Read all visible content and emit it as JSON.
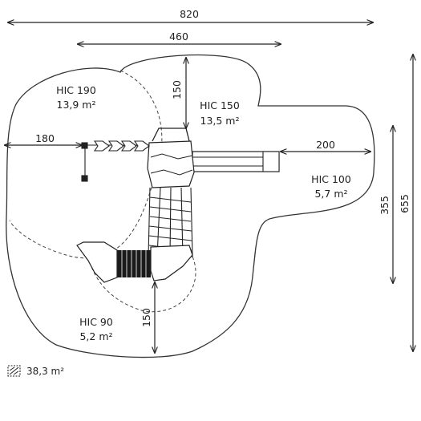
{
  "dimensions": {
    "total_width": "820",
    "top_width": "460",
    "left_extension": "180",
    "slide_extension": "200",
    "top_depth": "150",
    "bottom_depth": "150",
    "right_height": "355",
    "total_height": "655"
  },
  "zones": [
    {
      "name": "HIC 190",
      "area": "13,9 m²"
    },
    {
      "name": "HIC 150",
      "area": "13,5 m²"
    },
    {
      "name": "HIC 100",
      "area": "5,7 m²"
    },
    {
      "name": "HIC 90",
      "area": "5,2 m²"
    }
  ],
  "total_area": "38,3 m²"
}
